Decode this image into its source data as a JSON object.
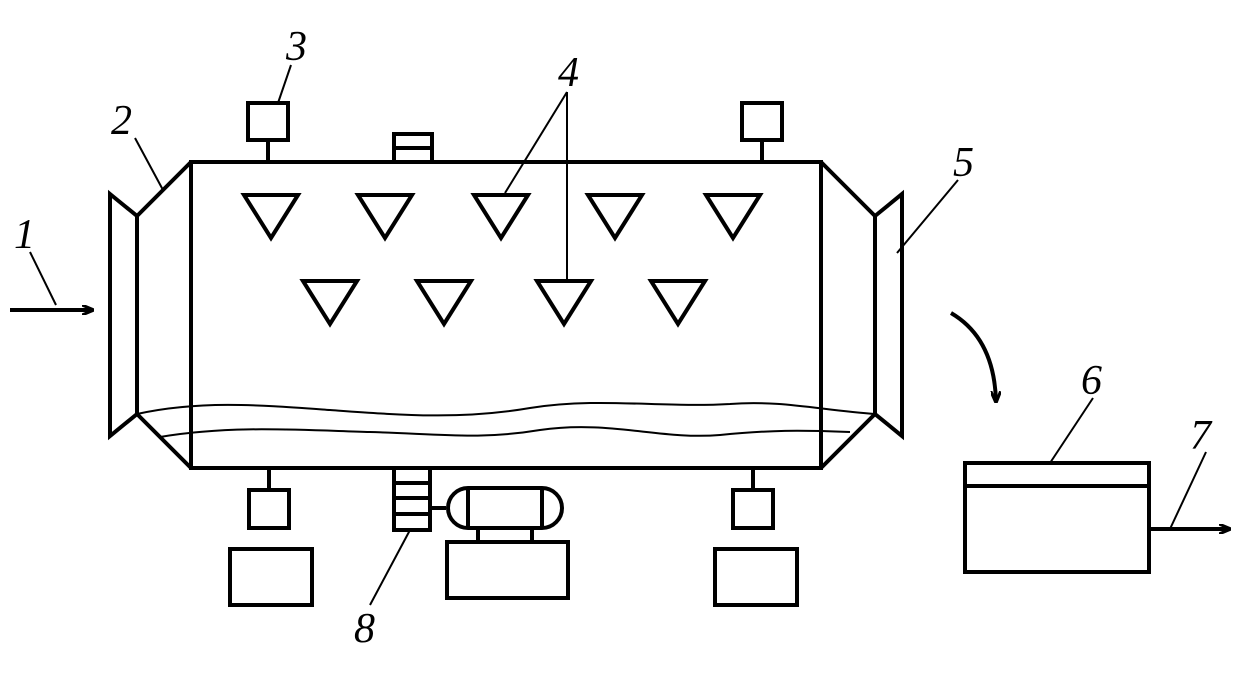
{
  "diagram": {
    "labels": {
      "l1": "1",
      "l2": "2",
      "l3": "3",
      "l4": "4",
      "l5": "5",
      "l6": "6",
      "l7": "7",
      "l8": "8"
    },
    "colors": {
      "line": "#000000",
      "background": "#ffffff"
    }
  }
}
